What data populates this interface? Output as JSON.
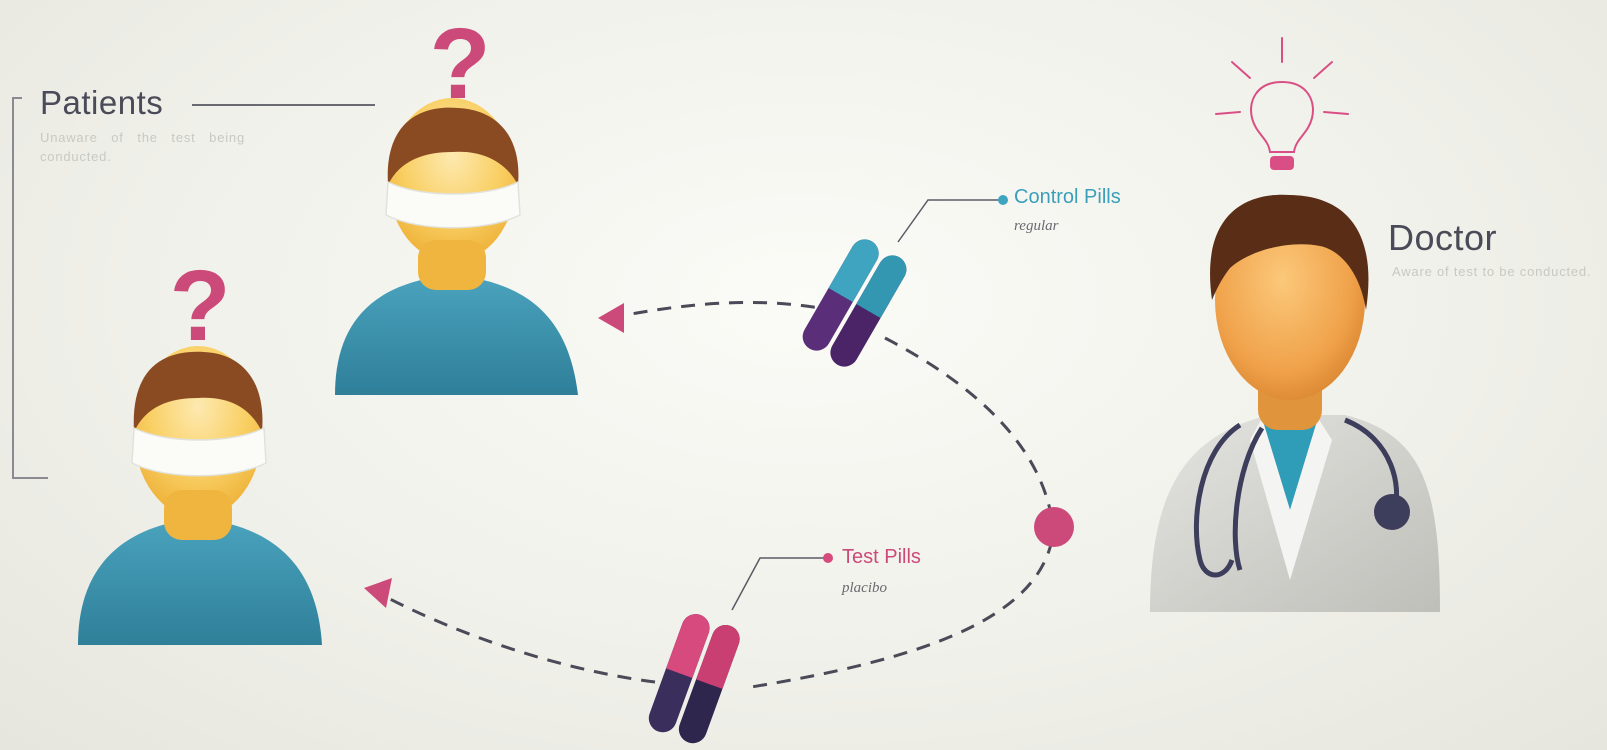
{
  "patients": {
    "title": "Patients",
    "description": "Unaware of the test being conducted."
  },
  "doctor": {
    "title": "Doctor",
    "description": "Aware of test to be conducted."
  },
  "control_pills": {
    "title": "Control Pills",
    "subtitle": "regular"
  },
  "test_pills": {
    "title": "Test Pills",
    "subtitle": "placibo"
  },
  "question_mark": "?",
  "colors": {
    "background": "#f3f3ee",
    "patient_shirt": "#3f93ad",
    "skin": "#f7c24a",
    "hair": "#8a4b22",
    "question_mark": "#cc4a7a",
    "control_teal": "#3ea4bf",
    "control_purple": "#5a2e78",
    "test_pink": "#d64a7e",
    "test_navy": "#3a2f5c",
    "dashed_path": "#4a4a58",
    "doctor_coat": "#d6d6d2",
    "stethoscope": "#3d3d5c"
  },
  "icons": [
    "question-mark-icon",
    "lightbulb-icon",
    "blindfold-icon",
    "capsule-icon",
    "stethoscope-icon"
  ]
}
